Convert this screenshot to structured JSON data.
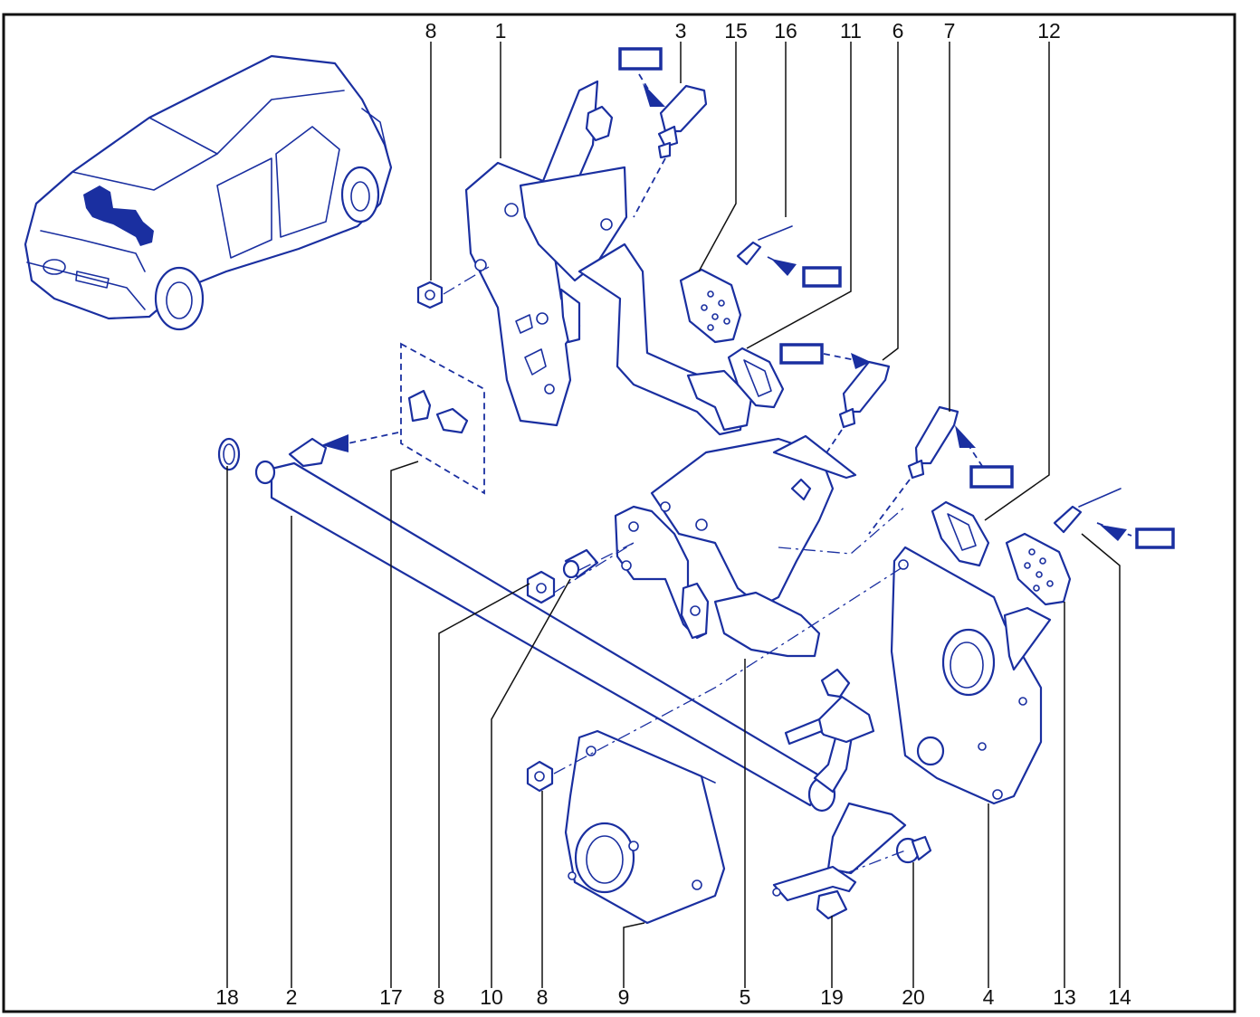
{
  "diagram": {
    "border_color": "#111111",
    "line_color": "#1a2fa0",
    "callouts_top": [
      "8",
      "1",
      "3",
      "15",
      "16",
      "11",
      "6",
      "7",
      "12"
    ],
    "callouts_bottom": [
      "18",
      "2",
      "17",
      "8",
      "10",
      "8",
      "9",
      "5",
      "19",
      "20",
      "4",
      "13",
      "14"
    ],
    "callout_ids": {
      "top_8": "8",
      "top_1": "1",
      "top_3": "3",
      "top_15": "15",
      "top_16": "16",
      "top_11": "11",
      "top_6": "6",
      "top_7": "7",
      "top_12": "12",
      "bot_18": "18",
      "bot_2": "2",
      "bot_17": "17",
      "bot_8a": "8",
      "bot_10": "10",
      "bot_8b": "8",
      "bot_9": "9",
      "bot_5": "5",
      "bot_19": "19",
      "bot_20": "20",
      "bot_4": "4",
      "bot_13": "13",
      "bot_14": "14"
    }
  }
}
